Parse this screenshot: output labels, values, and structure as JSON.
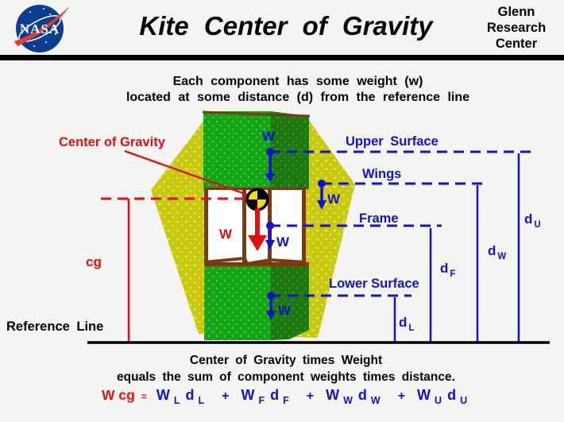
{
  "header": {
    "title": "Kite Center of Gravity",
    "org": [
      "Glenn",
      "Research",
      "Center"
    ],
    "logo_text": "NASA"
  },
  "intro": {
    "line1": "Each component has some weight (w)",
    "line2": "located at  some distance (d) from the reference line"
  },
  "diagram": {
    "center_of_gravity_label": "Center of Gravity",
    "cg_label": "cg",
    "reference_line_label": "Reference Line",
    "weight_symbol": "W",
    "surfaces": [
      {
        "label": "Upper Surface",
        "d": "d",
        "sub": "U"
      },
      {
        "label": "Wings",
        "d": "d",
        "sub": "W"
      },
      {
        "label": "Frame",
        "d": "d",
        "sub": "F"
      },
      {
        "label": "Lower Surface",
        "d": "d",
        "sub": "L"
      }
    ]
  },
  "caption": {
    "line1": "Center of Gravity times Weight",
    "line2": "equals the sum of component weights times distance."
  },
  "equation": {
    "lhs": "W cg",
    "eq": "=",
    "plus": "+",
    "terms": [
      {
        "w": "W",
        "wsub": "L",
        "d": "d",
        "dsub": "L"
      },
      {
        "w": "W",
        "wsub": "F",
        "d": "d",
        "dsub": "F"
      },
      {
        "w": "W",
        "wsub": "W",
        "d": "d",
        "dsub": "W"
      },
      {
        "w": "W",
        "wsub": "U",
        "d": "d",
        "dsub": "U"
      }
    ]
  },
  "colors": {
    "blue": "#1212cc",
    "red": "#e01010",
    "yellow": "#c9c913",
    "green": "#14a514",
    "dark_green": "#1e7a10",
    "brown": "#7b3b10",
    "nasa_blue": "#0b3d91",
    "nasa_red": "#e03c31"
  }
}
